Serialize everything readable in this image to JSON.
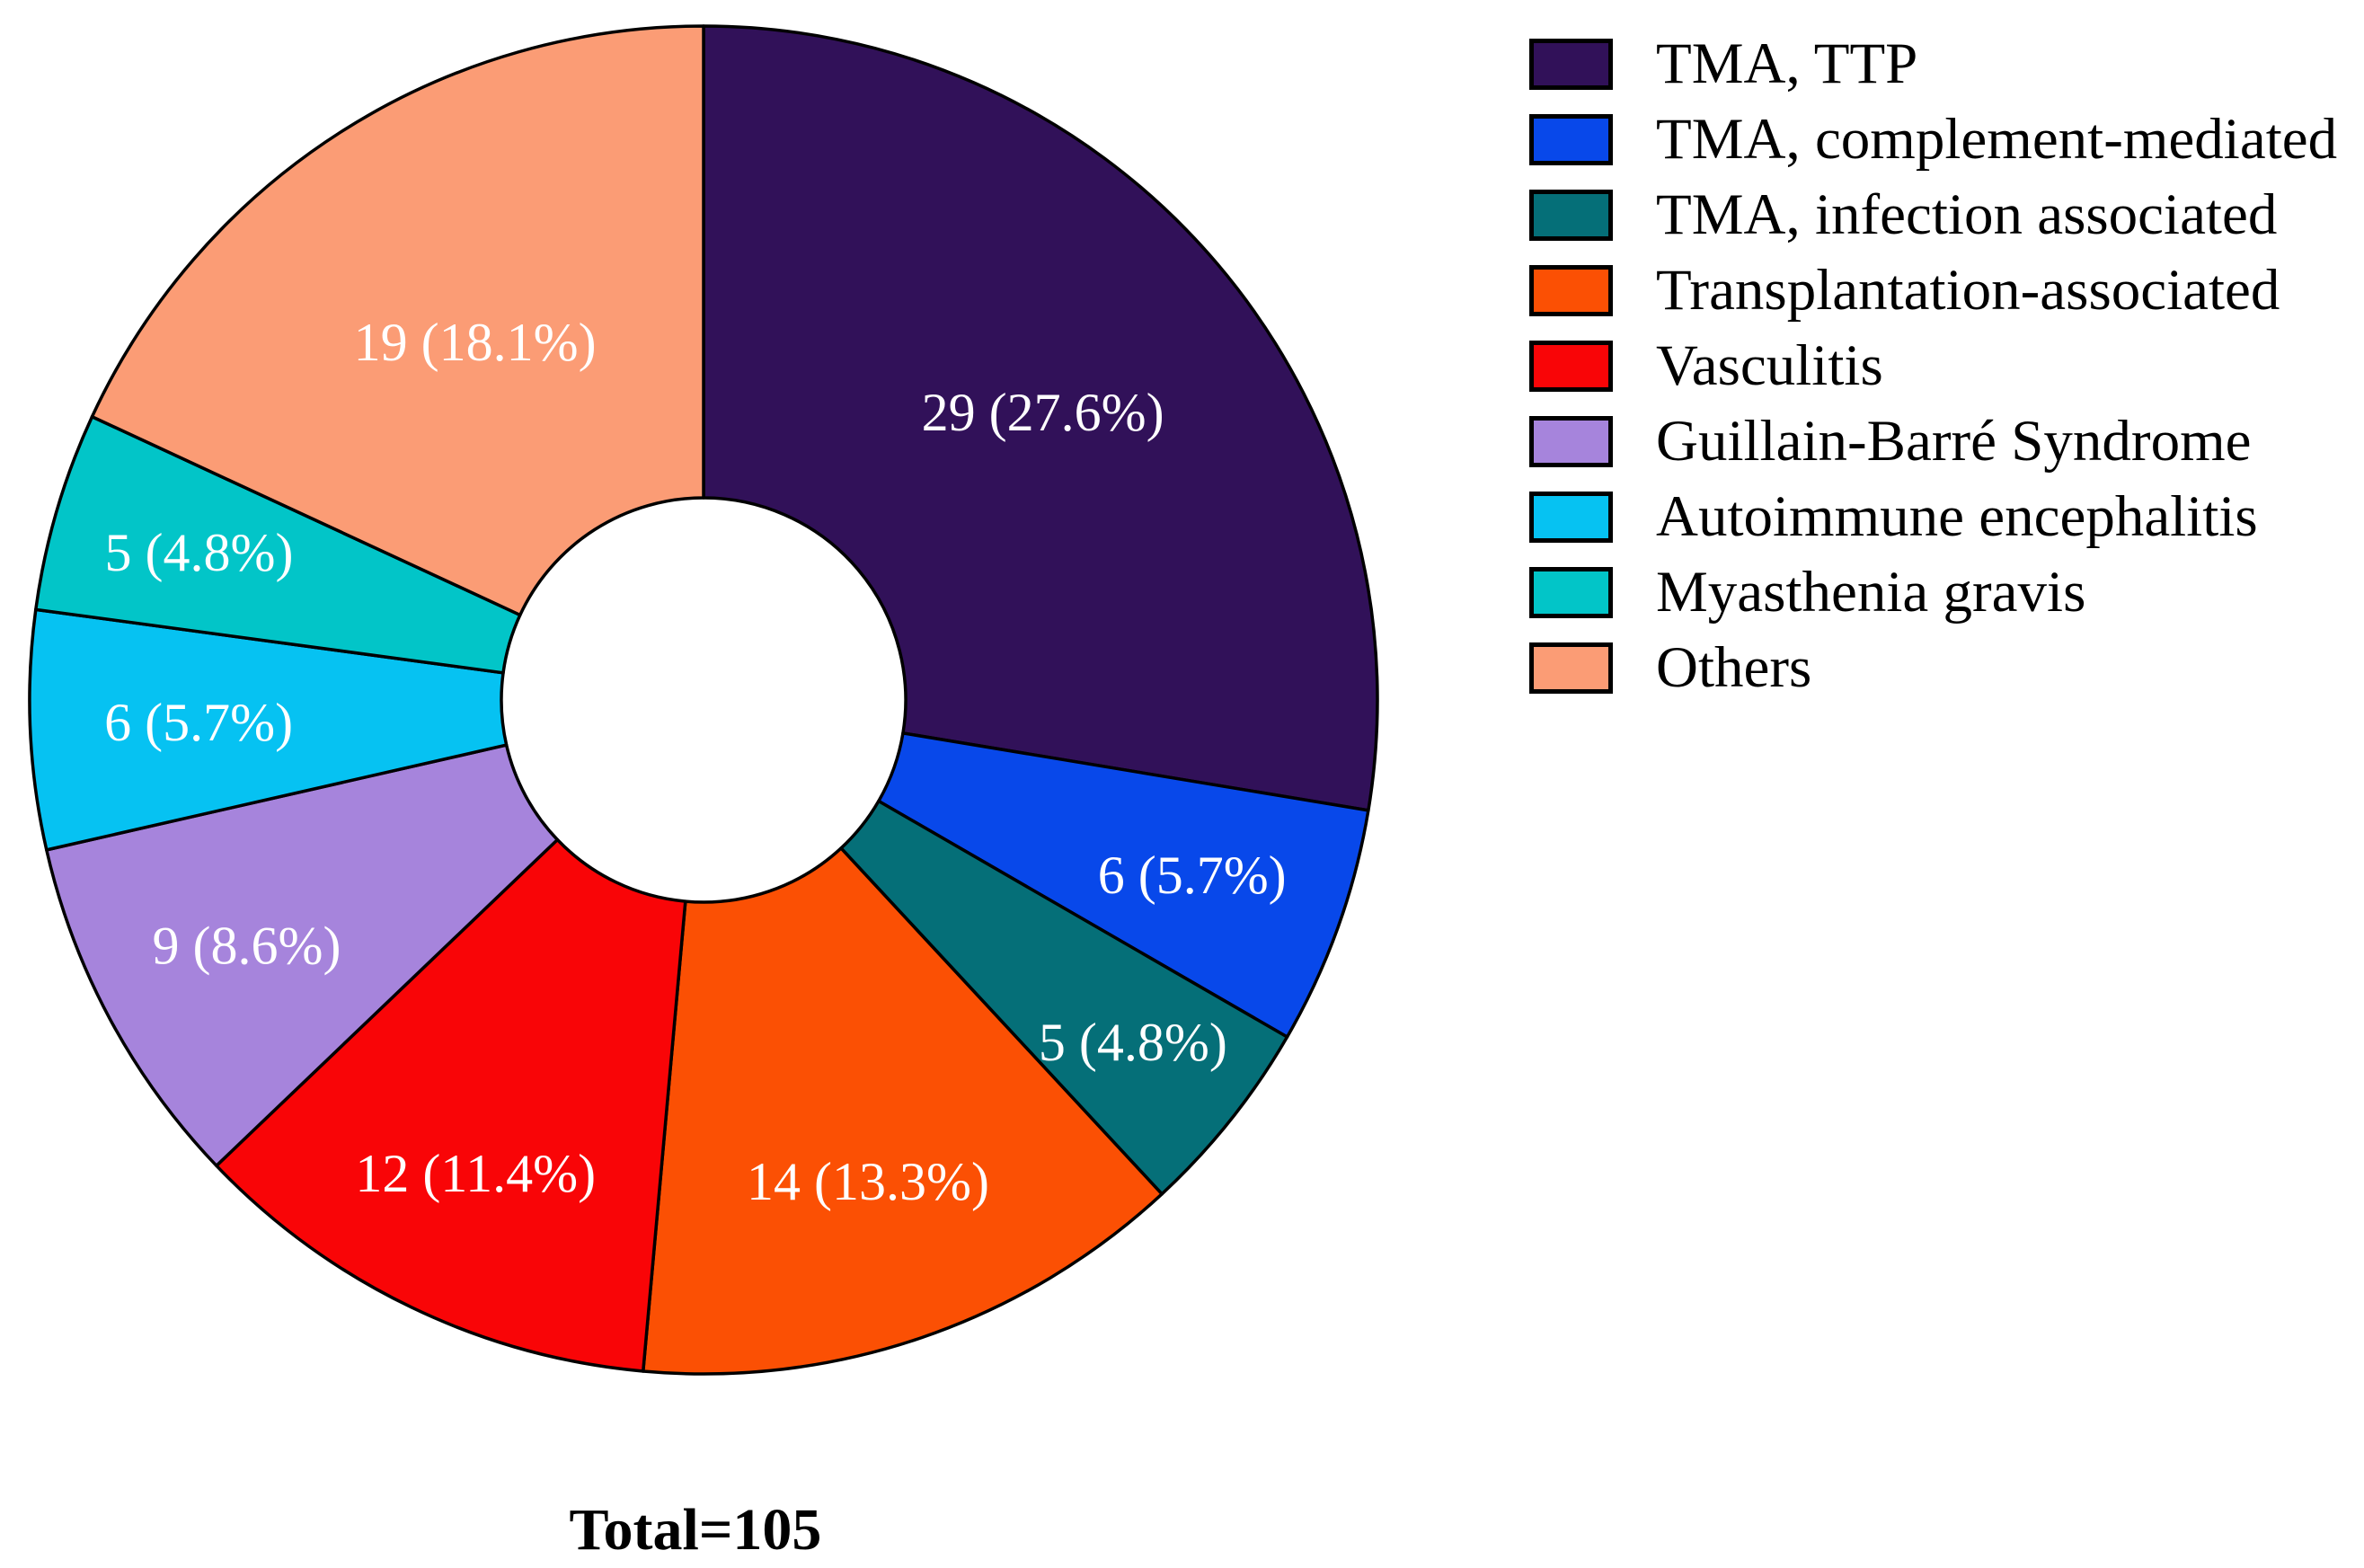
{
  "figure": {
    "total_label": "Total=105"
  },
  "chart_data": {
    "type": "pie",
    "title": "",
    "total": 105,
    "categories": [
      "TMA, TTP",
      "TMA, complement-mediated",
      "TMA, infection associated",
      "Transplantation-associated",
      "Vasculitis",
      "Guillain-Barré Syndrome",
      "Autoimmune encephalitis",
      "Myasthenia gravis",
      "Others"
    ],
    "values": [
      29,
      6,
      5,
      14,
      12,
      9,
      6,
      5,
      19
    ],
    "percents": [
      "27.6",
      "5.7",
      "4.8",
      "13.3",
      "11.4",
      "8.6",
      "5.7",
      "4.8",
      "18.1"
    ],
    "slice_labels": [
      "29 (27.6%)",
      "6 (5.7%)",
      "5 (4.8%)",
      "14 (13.3%)",
      "12 (11.4%)",
      "9 (8.6%)",
      "6 (5.7%)",
      "5 (4.8%)",
      "19 (18.1%)"
    ],
    "colors": [
      "#311159",
      "#0848EA",
      "#056F78",
      "#FB5004",
      "#F90507",
      "#A684DC",
      "#06C2F2",
      "#02C5C8",
      "#FB9C75"
    ],
    "annotations": [
      "Total=105"
    ],
    "layout": {
      "legend_position": "right",
      "start_angle_deg": 0,
      "direction": "clockwise",
      "donut_hole_fraction": 0.3,
      "label_radius_fractions": [
        0.66,
        0.77,
        0.815,
        0.755,
        0.78,
        0.77,
        0.75,
        0.78,
        0.63
      ],
      "slice_label_color": "#ffffff",
      "stroke_color": "#000000",
      "stroke_width": 3.5
    }
  }
}
